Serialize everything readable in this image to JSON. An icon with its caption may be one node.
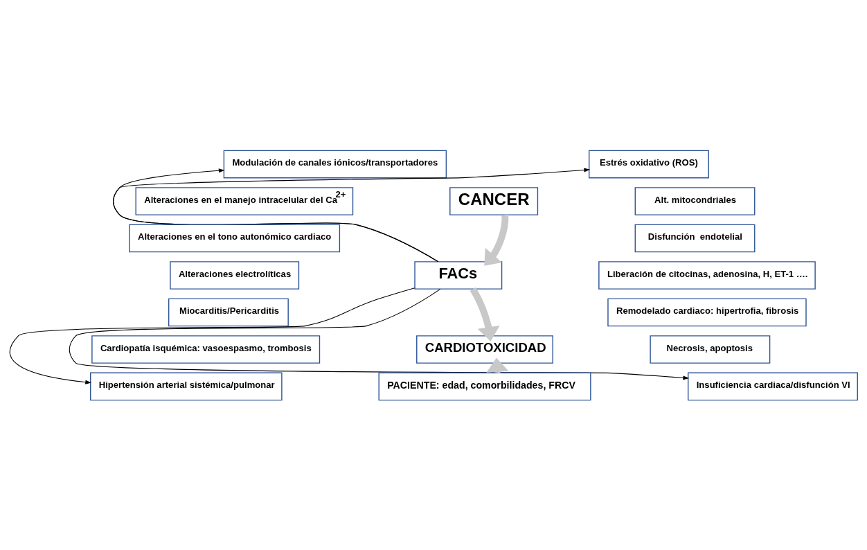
{
  "diagram": {
    "nodes": [
      {
        "text": [
          "CANCER"
        ]
      },
      {
        "text": [
          "FACs"
        ]
      },
      {
        "text": [
          "CARDIOTOXICIDAD"
        ]
      },
      {
        "text": [
          "PACIENTE: edad, comorbilidades, FRCV"
        ]
      },
      {
        "text": [
          "Modulación de canales iónicos/transportadores"
        ]
      },
      {
        "text": [
          "Alteraciones en el manejo intracelular del Ca$^{2+}$"
        ]
      },
      {
        "text": [
          "Alteraciones en el tono autonómico cardiaco"
        ]
      },
      {
        "text": [
          "Alteraciones electrolíticas"
        ]
      },
      {
        "text": [
          "Miocarditis/Pericarditis"
        ]
      },
      {
        "text": [
          "Cardiopatía isquémica: vasoespasmo, trombosis"
        ]
      },
      {
        "text": [
          "Hipertensión arterial sistémica/pulmonar"
        ]
      },
      {
        "text": [
          "Estrés oxidativo (ROS)"
        ]
      },
      {
        "text": [
          "Alt. mitocondriales"
        ]
      },
      {
        "text": [
          "Disfunción  endotelial"
        ]
      },
      {
        "text": [
          "Liberación de citocinas, adenosina, H, ET-1 …."
        ]
      },
      {
        "text": [
          "Remodelado cardiaco: hipertrofia, fibrosis"
        ]
      },
      {
        "text": [
          "Necrosis, apoptosis"
        ]
      },
      {
        "text": [
          "Insuficiencia cardiaca/disfunción VI"
        ]
      }
    ],
    "edges": [
      {
        "from": 0,
        "to": 1,
        "arrow": "to",
        "style": "thick",
        "color": "#c8c8c8"
      },
      {
        "from": 1,
        "to": 2,
        "arrow": "to",
        "style": "thick",
        "color": "#c8c8c8"
      },
      {
        "from": 3,
        "to": 2,
        "arrow": "to",
        "style": "thick",
        "color": "#c8c8c8"
      },
      {
        "from": 1,
        "to": 4,
        "arrow": "to"
      },
      {
        "from": 1,
        "to": 10,
        "arrow": "to"
      },
      {
        "from": 1,
        "to": 11,
        "arrow": "to"
      },
      {
        "from": 1,
        "to": 17,
        "arrow": "to"
      }
    ]
  }
}
